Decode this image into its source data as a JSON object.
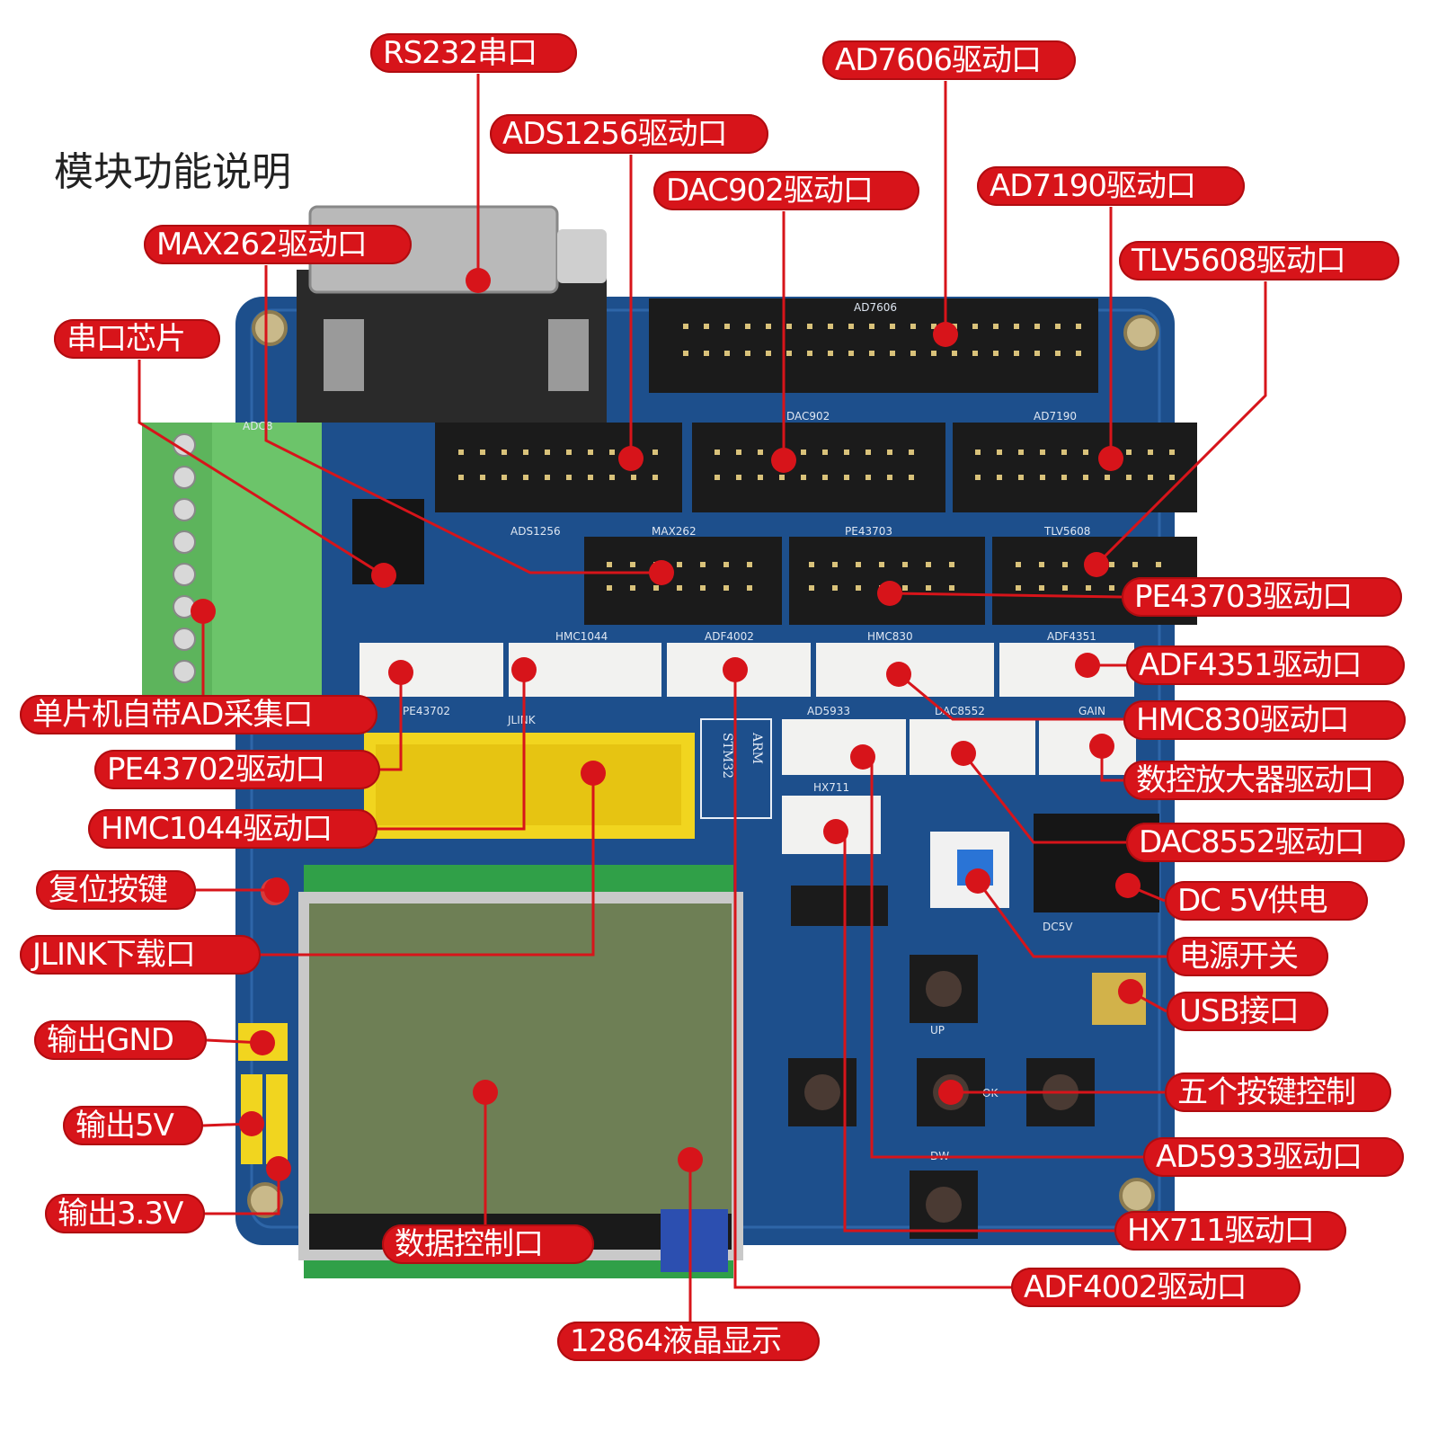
{
  "heading": "模块功能说明",
  "board": {
    "silk_labels": [
      "ARM",
      "STM32",
      "ADS1256",
      "MAX262",
      "PE43703",
      "TLV5608",
      "DAC902",
      "AD7190",
      "AD7606",
      "HMC1044",
      "ADF4002",
      "HMC830",
      "ADF4351",
      "PE43702",
      "JLINK",
      "AD5933",
      "DAC8552",
      "GAIN",
      "HX711",
      "UP",
      "DW",
      "OK",
      "DC5V",
      "ADC8"
    ]
  },
  "labels": [
    {
      "id": "rs232",
      "text": "RS232串口"
    },
    {
      "id": "ad7606",
      "text": "AD7606驱动口"
    },
    {
      "id": "ads1256",
      "text": "ADS1256驱动口"
    },
    {
      "id": "dac902",
      "text": "DAC902驱动口"
    },
    {
      "id": "ad7190",
      "text": "AD7190驱动口"
    },
    {
      "id": "max262",
      "text": "MAX262驱动口"
    },
    {
      "id": "tlv5608",
      "text": "TLV5608驱动口"
    },
    {
      "id": "serial-chip",
      "text": "串口芯片"
    },
    {
      "id": "pe43703",
      "text": "PE43703驱动口"
    },
    {
      "id": "adf4351",
      "text": "ADF4351驱动口"
    },
    {
      "id": "mcu-adc",
      "text": "单片机自带AD采集口"
    },
    {
      "id": "hmc830",
      "text": "HMC830驱动口"
    },
    {
      "id": "pe43702",
      "text": "PE43702驱动口"
    },
    {
      "id": "gain-amp",
      "text": "数控放大器驱动口"
    },
    {
      "id": "hmc1044",
      "text": "HMC1044驱动口"
    },
    {
      "id": "dac8552",
      "text": "DAC8552驱动口"
    },
    {
      "id": "reset",
      "text": "复位按键"
    },
    {
      "id": "dc5v",
      "text": "DC 5V供电"
    },
    {
      "id": "jlink",
      "text": "JLINK下载口"
    },
    {
      "id": "power-switch",
      "text": "电源开关"
    },
    {
      "id": "usb",
      "text": "USB接口"
    },
    {
      "id": "out-gnd",
      "text": "输出GND"
    },
    {
      "id": "five-keys",
      "text": "五个按键控制"
    },
    {
      "id": "out-5v",
      "text": "输出5V"
    },
    {
      "id": "ad5933",
      "text": "AD5933驱动口"
    },
    {
      "id": "out-33v",
      "text": "输出3.3V"
    },
    {
      "id": "hx711",
      "text": "HX711驱动口"
    },
    {
      "id": "lcd-data",
      "text": "数据控制口"
    },
    {
      "id": "adf4002",
      "text": "ADF4002驱动口"
    },
    {
      "id": "lcd",
      "text": "12864液晶显示"
    }
  ],
  "colors": {
    "label_bg": "#d7141a",
    "pcb": "#1d4f8c",
    "terminal": "#6cc46a",
    "lcd": "#6e7f55"
  }
}
